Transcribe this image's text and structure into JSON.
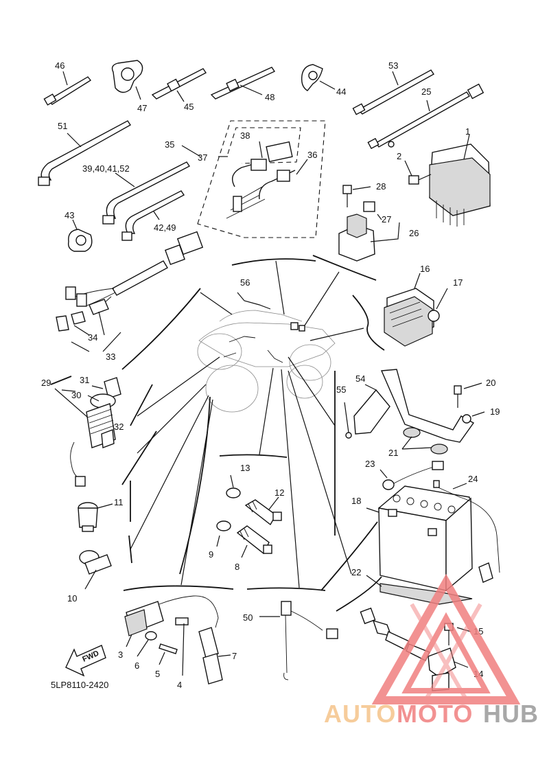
{
  "diagram": {
    "code": "5LP8110-2420",
    "fwd": "FWD",
    "labels": {
      "46": "46",
      "47": "47",
      "45": "45",
      "48": "48",
      "44": "44",
      "53": "53",
      "25": "25",
      "51": "51",
      "35": "35",
      "37": "37",
      "38": "38",
      "36": "36",
      "1": "1",
      "2": "2",
      "39_52": "39,40,41,52",
      "28": "28",
      "43": "43",
      "42_49": "42,49",
      "27": "27",
      "26": "26",
      "56": "56",
      "16": "16",
      "17": "17",
      "34": "34",
      "33": "33",
      "29": "29",
      "31": "31",
      "30": "30",
      "32": "32",
      "54": "54",
      "20": "20",
      "55": "55",
      "19": "19",
      "21": "21",
      "13": "13",
      "23": "23",
      "24": "24",
      "11": "11",
      "12": "12",
      "18": "18",
      "9": "9",
      "8": "8",
      "10": "10",
      "22": "22",
      "50": "50",
      "15": "15",
      "3": "3",
      "6": "6",
      "7": "7",
      "5": "5",
      "4": "4",
      "14": "14"
    }
  },
  "watermark": {
    "auto": "AUTO",
    "moto": "MOTO",
    "hub": "HUB",
    "colors": {
      "auto": "#f5c48a",
      "moto": "#f08080",
      "hub": "#9a9a9a",
      "triangle": "#f08080"
    }
  }
}
